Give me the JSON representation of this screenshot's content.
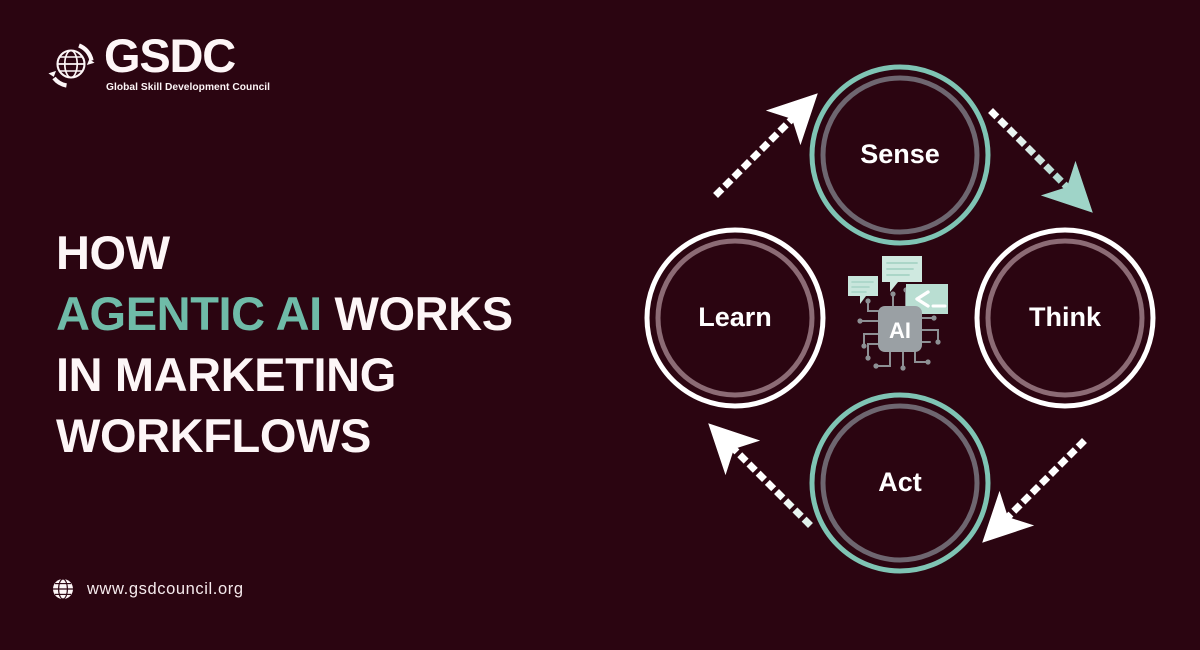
{
  "brand": {
    "logo_icon": "globe-arrows-icon",
    "name": "GSDC",
    "tagline": "Global Skill Development Council"
  },
  "headline": {
    "line1": "HOW",
    "line2_accent": "AGENTIC AI",
    "line2_rest": "WORKS",
    "line3": "IN MARKETING",
    "line4": "WORKFLOWS"
  },
  "footer": {
    "globe_icon": "globe-icon",
    "url": "www.gsdcouncil.org"
  },
  "diagram": {
    "title": "Agentic AI marketing workflow loop",
    "center": {
      "icon": "ai-chip-icon",
      "label": "AI",
      "bubbles": "speech-bubbles-icon"
    },
    "nodes": [
      {
        "id": "sense",
        "label": "Sense",
        "position": "top",
        "ring_outer": "#7fc4b4",
        "ring_inner": "#6e6670"
      },
      {
        "id": "think",
        "label": "Think",
        "position": "right",
        "ring_outer": "#ffffff",
        "ring_inner": "#8c6b75"
      },
      {
        "id": "act",
        "label": "Act",
        "position": "bottom",
        "ring_outer": "#7fc4b4",
        "ring_inner": "#6e6670"
      },
      {
        "id": "learn",
        "label": "Learn",
        "position": "left",
        "ring_outer": "#ffffff",
        "ring_inner": "#8c6b75"
      }
    ],
    "arrows": [
      {
        "id": "sense-to-think",
        "from": "Sense",
        "to": "Think",
        "style": "dotted",
        "color": "#9fd4c8"
      },
      {
        "id": "think-to-act",
        "from": "Think",
        "to": "Act",
        "style": "dotted",
        "color": "#ffffff"
      },
      {
        "id": "act-to-learn",
        "from": "Act",
        "to": "Learn",
        "style": "dotted",
        "color": "#ffffff"
      },
      {
        "id": "learn-to-sense",
        "from": "Learn",
        "to": "Sense",
        "style": "dotted",
        "color": "#ffffff"
      }
    ]
  },
  "colors": {
    "background": "#2b0511",
    "accent_teal": "#6fbba8",
    "text_light": "#fdf6f7",
    "ring_mauve": "#8c6b75",
    "ring_gray": "#6e6670"
  }
}
